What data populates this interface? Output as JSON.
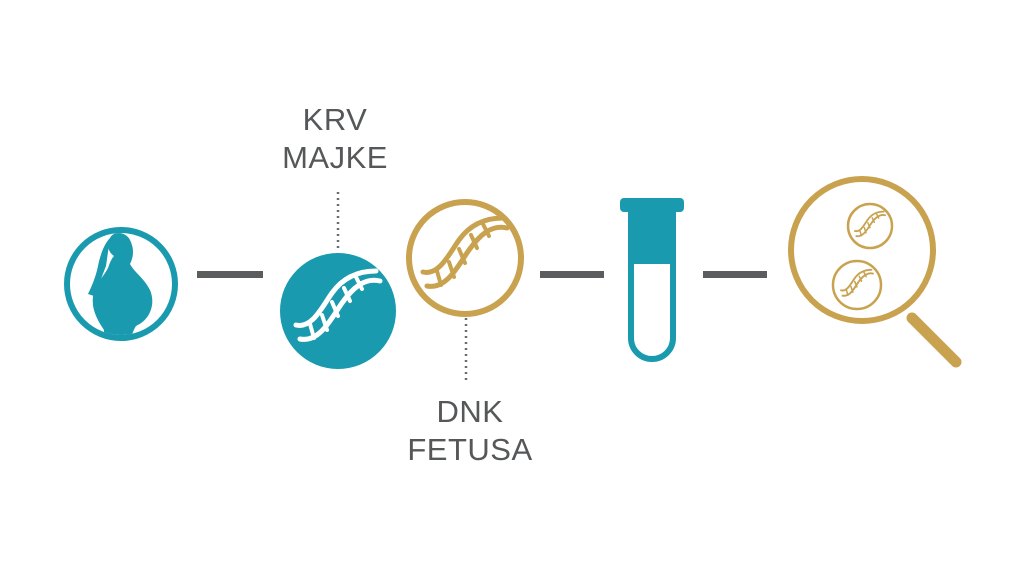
{
  "labels": {
    "maternal_blood": [
      "KRV",
      "MAJKE"
    ],
    "fetal_dna": [
      "DNK",
      "FETUSA"
    ]
  },
  "colors": {
    "teal": "#1A9AAE",
    "gold": "#C9A24F",
    "connector": "#5A5C5E",
    "dotted": "#6A6C6E",
    "label_text": "#555759"
  },
  "icons": [
    "pregnant-woman-icon",
    "dna-icon",
    "dna-icon",
    "test-tube-icon",
    "magnifying-glass-icon"
  ]
}
